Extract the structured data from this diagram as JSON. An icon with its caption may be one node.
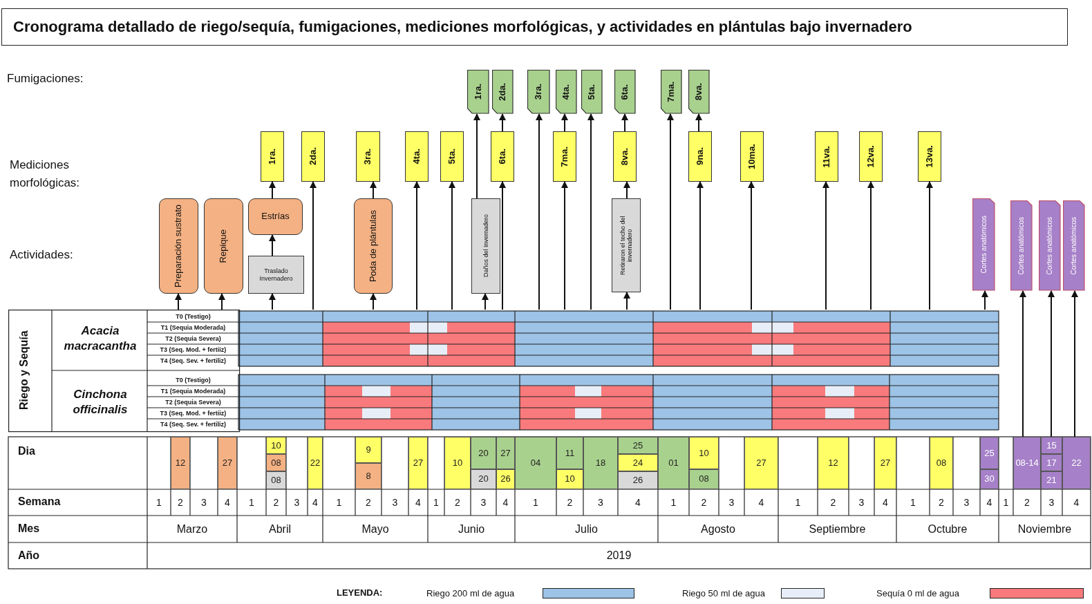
{
  "diagram": {
    "title": "Cronograma detallado de riego/sequía, fumigaciones, mediciones morfológicas, y actividades en plántulas bajo invernadero",
    "nodes": [
      {
        "text": [
          "1ra."
        ]
      },
      {
        "text": [
          "2da."
        ]
      },
      {
        "text": [
          "3ra."
        ]
      },
      {
        "text": [
          "4ta."
        ]
      },
      {
        "text": [
          "5ta."
        ]
      },
      {
        "text": [
          "6ta."
        ]
      },
      {
        "text": [
          "7ma."
        ]
      },
      {
        "text": [
          "8va."
        ]
      },
      {
        "text": [
          "1ra."
        ]
      },
      {
        "text": [
          "2da."
        ]
      },
      {
        "text": [
          "3ra."
        ]
      },
      {
        "text": [
          "4ta."
        ]
      },
      {
        "text": [
          "5ta."
        ]
      },
      {
        "text": [
          "6ta."
        ]
      },
      {
        "text": [
          "7ma."
        ]
      },
      {
        "text": [
          "8va."
        ]
      },
      {
        "text": [
          "9na."
        ]
      },
      {
        "text": [
          "10ma."
        ]
      },
      {
        "text": [
          "11va."
        ]
      },
      {
        "text": [
          "12va."
        ]
      },
      {
        "text": [
          "13va."
        ]
      },
      {
        "text": [
          "Preparación sustrato"
        ]
      },
      {
        "text": [
          "Repique"
        ]
      },
      {
        "text": [
          "Estrías"
        ]
      },
      {
        "text": [
          "Traslado Invernadero"
        ]
      },
      {
        "text": [
          "Poda de plántulas"
        ]
      },
      {
        "text": [
          "Daños del Invernadero"
        ]
      },
      {
        "text": [
          "Retiraron el techo del invernadero"
        ]
      },
      {
        "text": [
          "Cortes anatómicos"
        ]
      },
      {
        "text": [
          "Cortes anatómicos"
        ]
      },
      {
        "text": [
          "Cortes anatómicos"
        ]
      },
      {
        "text": [
          "Cortes anatómicos"
        ]
      },
      {
        "text": [
          "Riego y Sequía",
          "Acacia macracantha",
          "T0 (Testigo)",
          "T1 (Sequia Moderada)",
          "T2 (Sequia Severa)",
          "T3 (Seq. Mod. + fertiiz)",
          "T4 (Seq. Sev. + fertiliz)",
          "Cinchona officinalis",
          "T0 (Testigo)",
          "T1 (Sequia Moderada)",
          "T2 (Sequia Severa)",
          "T3 (Seq. Mod. + fertiiz)",
          "T4 (Seq. Sev. + fertiliz)"
        ]
      },
      {
        "text": [
          "25"
        ]
      },
      {
        "text": [
          "30"
        ]
      },
      {
        "text": [
          "08-14"
        ]
      },
      {
        "text": [
          "15"
        ]
      },
      {
        "text": [
          "17"
        ]
      },
      {
        "text": [
          "21"
        ]
      },
      {
        "text": [
          "22"
        ]
      }
    ],
    "edges": [
      {
        "from": 32,
        "to": 21,
        "arrow": "to"
      },
      {
        "from": 32,
        "to": 22,
        "arrow": "to"
      },
      {
        "from": 32,
        "to": 24,
        "arrow": "to"
      },
      {
        "from": 24,
        "to": 23,
        "arrow": "to"
      },
      {
        "from": 23,
        "to": 8,
        "arrow": "to"
      },
      {
        "from": 32,
        "to": 9,
        "arrow": "to"
      },
      {
        "from": 32,
        "to": 25,
        "arrow": "to"
      },
      {
        "from": 25,
        "to": 10,
        "arrow": "to"
      },
      {
        "from": 32,
        "to": 11,
        "arrow": "to"
      },
      {
        "from": 32,
        "to": 12,
        "arrow": "to"
      },
      {
        "from": 32,
        "to": 26,
        "arrow": "to"
      },
      {
        "from": 26,
        "to": 0,
        "arrow": "to"
      },
      {
        "from": 32,
        "to": 13,
        "arrow": "to"
      },
      {
        "from": 13,
        "to": 1,
        "arrow": "to"
      },
      {
        "from": 32,
        "to": 2,
        "arrow": "to"
      },
      {
        "from": 32,
        "to": 14,
        "arrow": "to"
      },
      {
        "from": 14,
        "to": 3,
        "arrow": "to"
      },
      {
        "from": 32,
        "to": 4,
        "arrow": "to"
      },
      {
        "from": 32,
        "to": 27,
        "arrow": "to"
      },
      {
        "from": 27,
        "to": 15,
        "arrow": "to"
      },
      {
        "from": 15,
        "to": 5,
        "arrow": "to"
      },
      {
        "from": 32,
        "to": 6,
        "arrow": "to"
      },
      {
        "from": 32,
        "to": 16,
        "arrow": "to"
      },
      {
        "from": 16,
        "to": 7,
        "arrow": "to"
      },
      {
        "from": 32,
        "to": 17,
        "arrow": "to"
      },
      {
        "from": 32,
        "to": 18,
        "arrow": "to"
      },
      {
        "from": 32,
        "to": 19,
        "arrow": "to"
      },
      {
        "from": 32,
        "to": 20,
        "arrow": "to"
      },
      {
        "from": 32,
        "to": 28,
        "arrow": "to"
      },
      {
        "from": 35,
        "to": 29,
        "arrow": "to"
      },
      {
        "from": 36,
        "to": 30,
        "arrow": "to"
      },
      {
        "from": 39,
        "to": 31,
        "arrow": "to"
      }
    ],
    "labels": [
      "Fumigaciones:",
      "Mediciones morfológicas:",
      "Actividades:",
      "Dia",
      "12",
      "27",
      "10",
      "08",
      "08",
      "22",
      "9",
      "8",
      "27",
      "10",
      "20",
      "20",
      "27",
      "26",
      "04",
      "11",
      "10",
      "18",
      "25",
      "24",
      "26",
      "01",
      "10",
      "08",
      "27",
      "12",
      "27",
      "08",
      "Semana",
      "1",
      "2",
      "3",
      "4",
      "1",
      "2",
      "3",
      "4",
      "1",
      "2",
      "3",
      "4",
      "1",
      "2",
      "3",
      "4",
      "1",
      "2",
      "3",
      "4",
      "1",
      "2",
      "3",
      "4",
      "1",
      "2",
      "3",
      "4",
      "1",
      "2",
      "3",
      "4",
      "1",
      "2",
      "3",
      "4",
      "Mes",
      "Marzo",
      "Abril",
      "Mayo",
      "Junio",
      "Julio",
      "Agosto",
      "Septiembre",
      "Octubre",
      "Noviembre",
      "Año",
      "2019",
      "LEYENDA:"
    ],
    "legend": [
      {
        "text": "Riego 200 ml de agua",
        "color": "#9dc3e6"
      },
      {
        "text": "Riego 50 ml de agua",
        "color": "#e8eef7"
      },
      {
        "text": "Sequía 0 ml de agua",
        "color": "#f87a7c"
      }
    ]
  }
}
